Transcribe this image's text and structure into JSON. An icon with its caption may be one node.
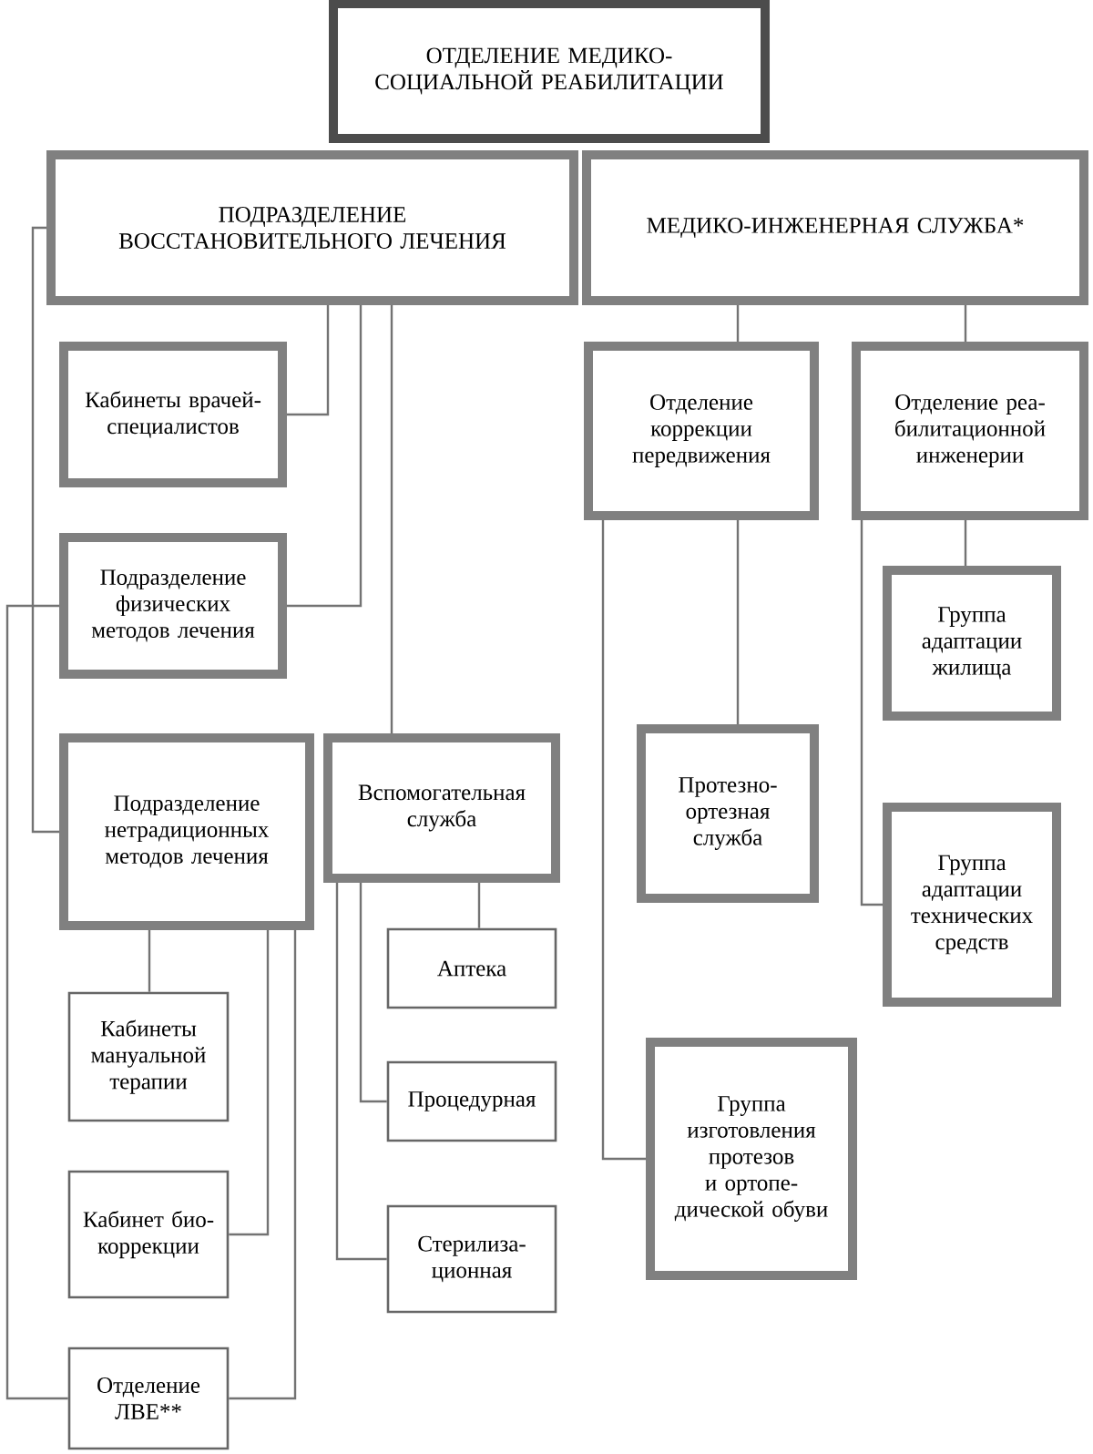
{
  "diagram": {
    "nodes": [
      {
        "text": [
          "ОТДЕЛЕНИЕ МЕДИКО-СОЦИАЛЬНОЙ РЕАБИЛИТАЦИИ"
        ]
      },
      {
        "text": [
          "ПОДРАЗДЕЛЕНИЕ ВОССТАНОВИТЕЛЬНОГО ЛЕЧЕНИЯ"
        ]
      },
      {
        "text": [
          "МЕДИКО-ИНЖЕНЕРНАЯ СЛУЖБА*"
        ]
      },
      {
        "text": [
          "Кабинеты врачей-специалистов"
        ]
      },
      {
        "text": [
          "Подразделение физических методов лечения"
        ]
      },
      {
        "text": [
          "Подразделение нетрадиционных методов лечения"
        ]
      },
      {
        "text": [
          "Вспомогательная служба"
        ]
      },
      {
        "text": [
          "Кабинеты мануальной терапии"
        ]
      },
      {
        "text": [
          "Кабинет био-коррекции"
        ]
      },
      {
        "text": [
          "Отделение ЛВЕ**"
        ]
      },
      {
        "text": [
          "Аптека"
        ]
      },
      {
        "text": [
          "Процедурная"
        ]
      },
      {
        "text": [
          "Стерилиза-ционная"
        ]
      },
      {
        "text": [
          "Отделение коррекции передвижения"
        ]
      },
      {
        "text": [
          "Отделение реа-билитационной инженерии"
        ]
      },
      {
        "text": [
          "Группа адаптации жилища"
        ]
      },
      {
        "text": [
          "Протезно-ортезная служба"
        ]
      },
      {
        "text": [
          "Группа адаптации технических средств"
        ]
      },
      {
        "text": [
          "Группа изготовления протезов и ортопе-дической обуви"
        ]
      }
    ],
    "edges": [
      {
        "from": 1,
        "to": 3,
        "arrow": "none"
      },
      {
        "from": 1,
        "to": 4,
        "arrow": "none"
      },
      {
        "from": 1,
        "to": 5,
        "arrow": "none"
      },
      {
        "from": 1,
        "to": 6,
        "arrow": "none"
      },
      {
        "from": 4,
        "to": 9,
        "arrow": "none"
      },
      {
        "from": 5,
        "to": 7,
        "arrow": "none"
      },
      {
        "from": 5,
        "to": 8,
        "arrow": "none"
      },
      {
        "from": 5,
        "to": 9,
        "arrow": "none"
      },
      {
        "from": 6,
        "to": 10,
        "arrow": "none"
      },
      {
        "from": 6,
        "to": 11,
        "arrow": "none"
      },
      {
        "from": 6,
        "to": 12,
        "arrow": "none"
      },
      {
        "from": 2,
        "to": 13,
        "arrow": "none"
      },
      {
        "from": 2,
        "to": 14,
        "arrow": "none"
      },
      {
        "from": 13,
        "to": 16,
        "arrow": "none"
      },
      {
        "from": 13,
        "to": 18,
        "arrow": "none"
      },
      {
        "from": 14,
        "to": 15,
        "arrow": "none"
      },
      {
        "from": 14,
        "to": 17,
        "arrow": "none"
      }
    ]
  }
}
